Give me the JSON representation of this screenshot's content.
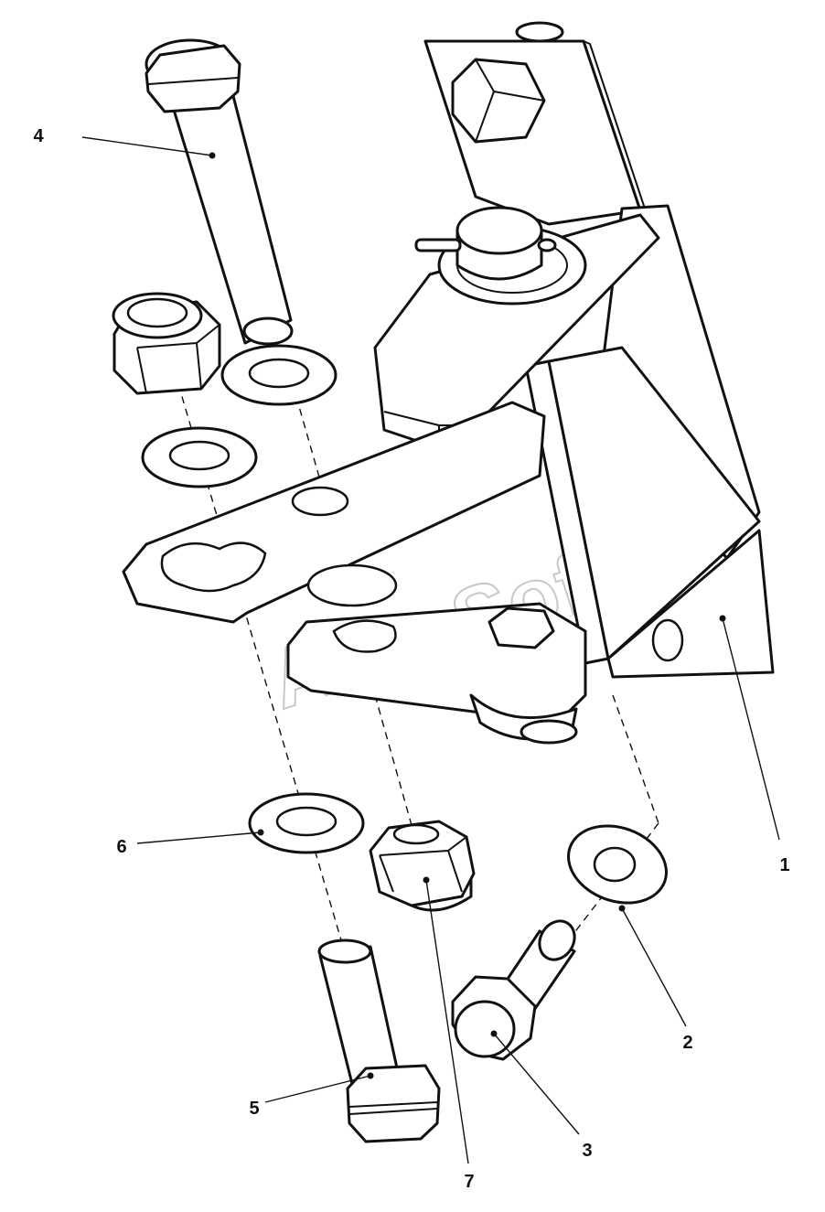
{
  "callouts": [
    {
      "number": "1"
    },
    {
      "number": "2"
    },
    {
      "number": "3"
    },
    {
      "number": "4"
    },
    {
      "number": "5"
    },
    {
      "number": "6"
    },
    {
      "number": "7"
    }
  ],
  "watermark": "AutoSoft"
}
